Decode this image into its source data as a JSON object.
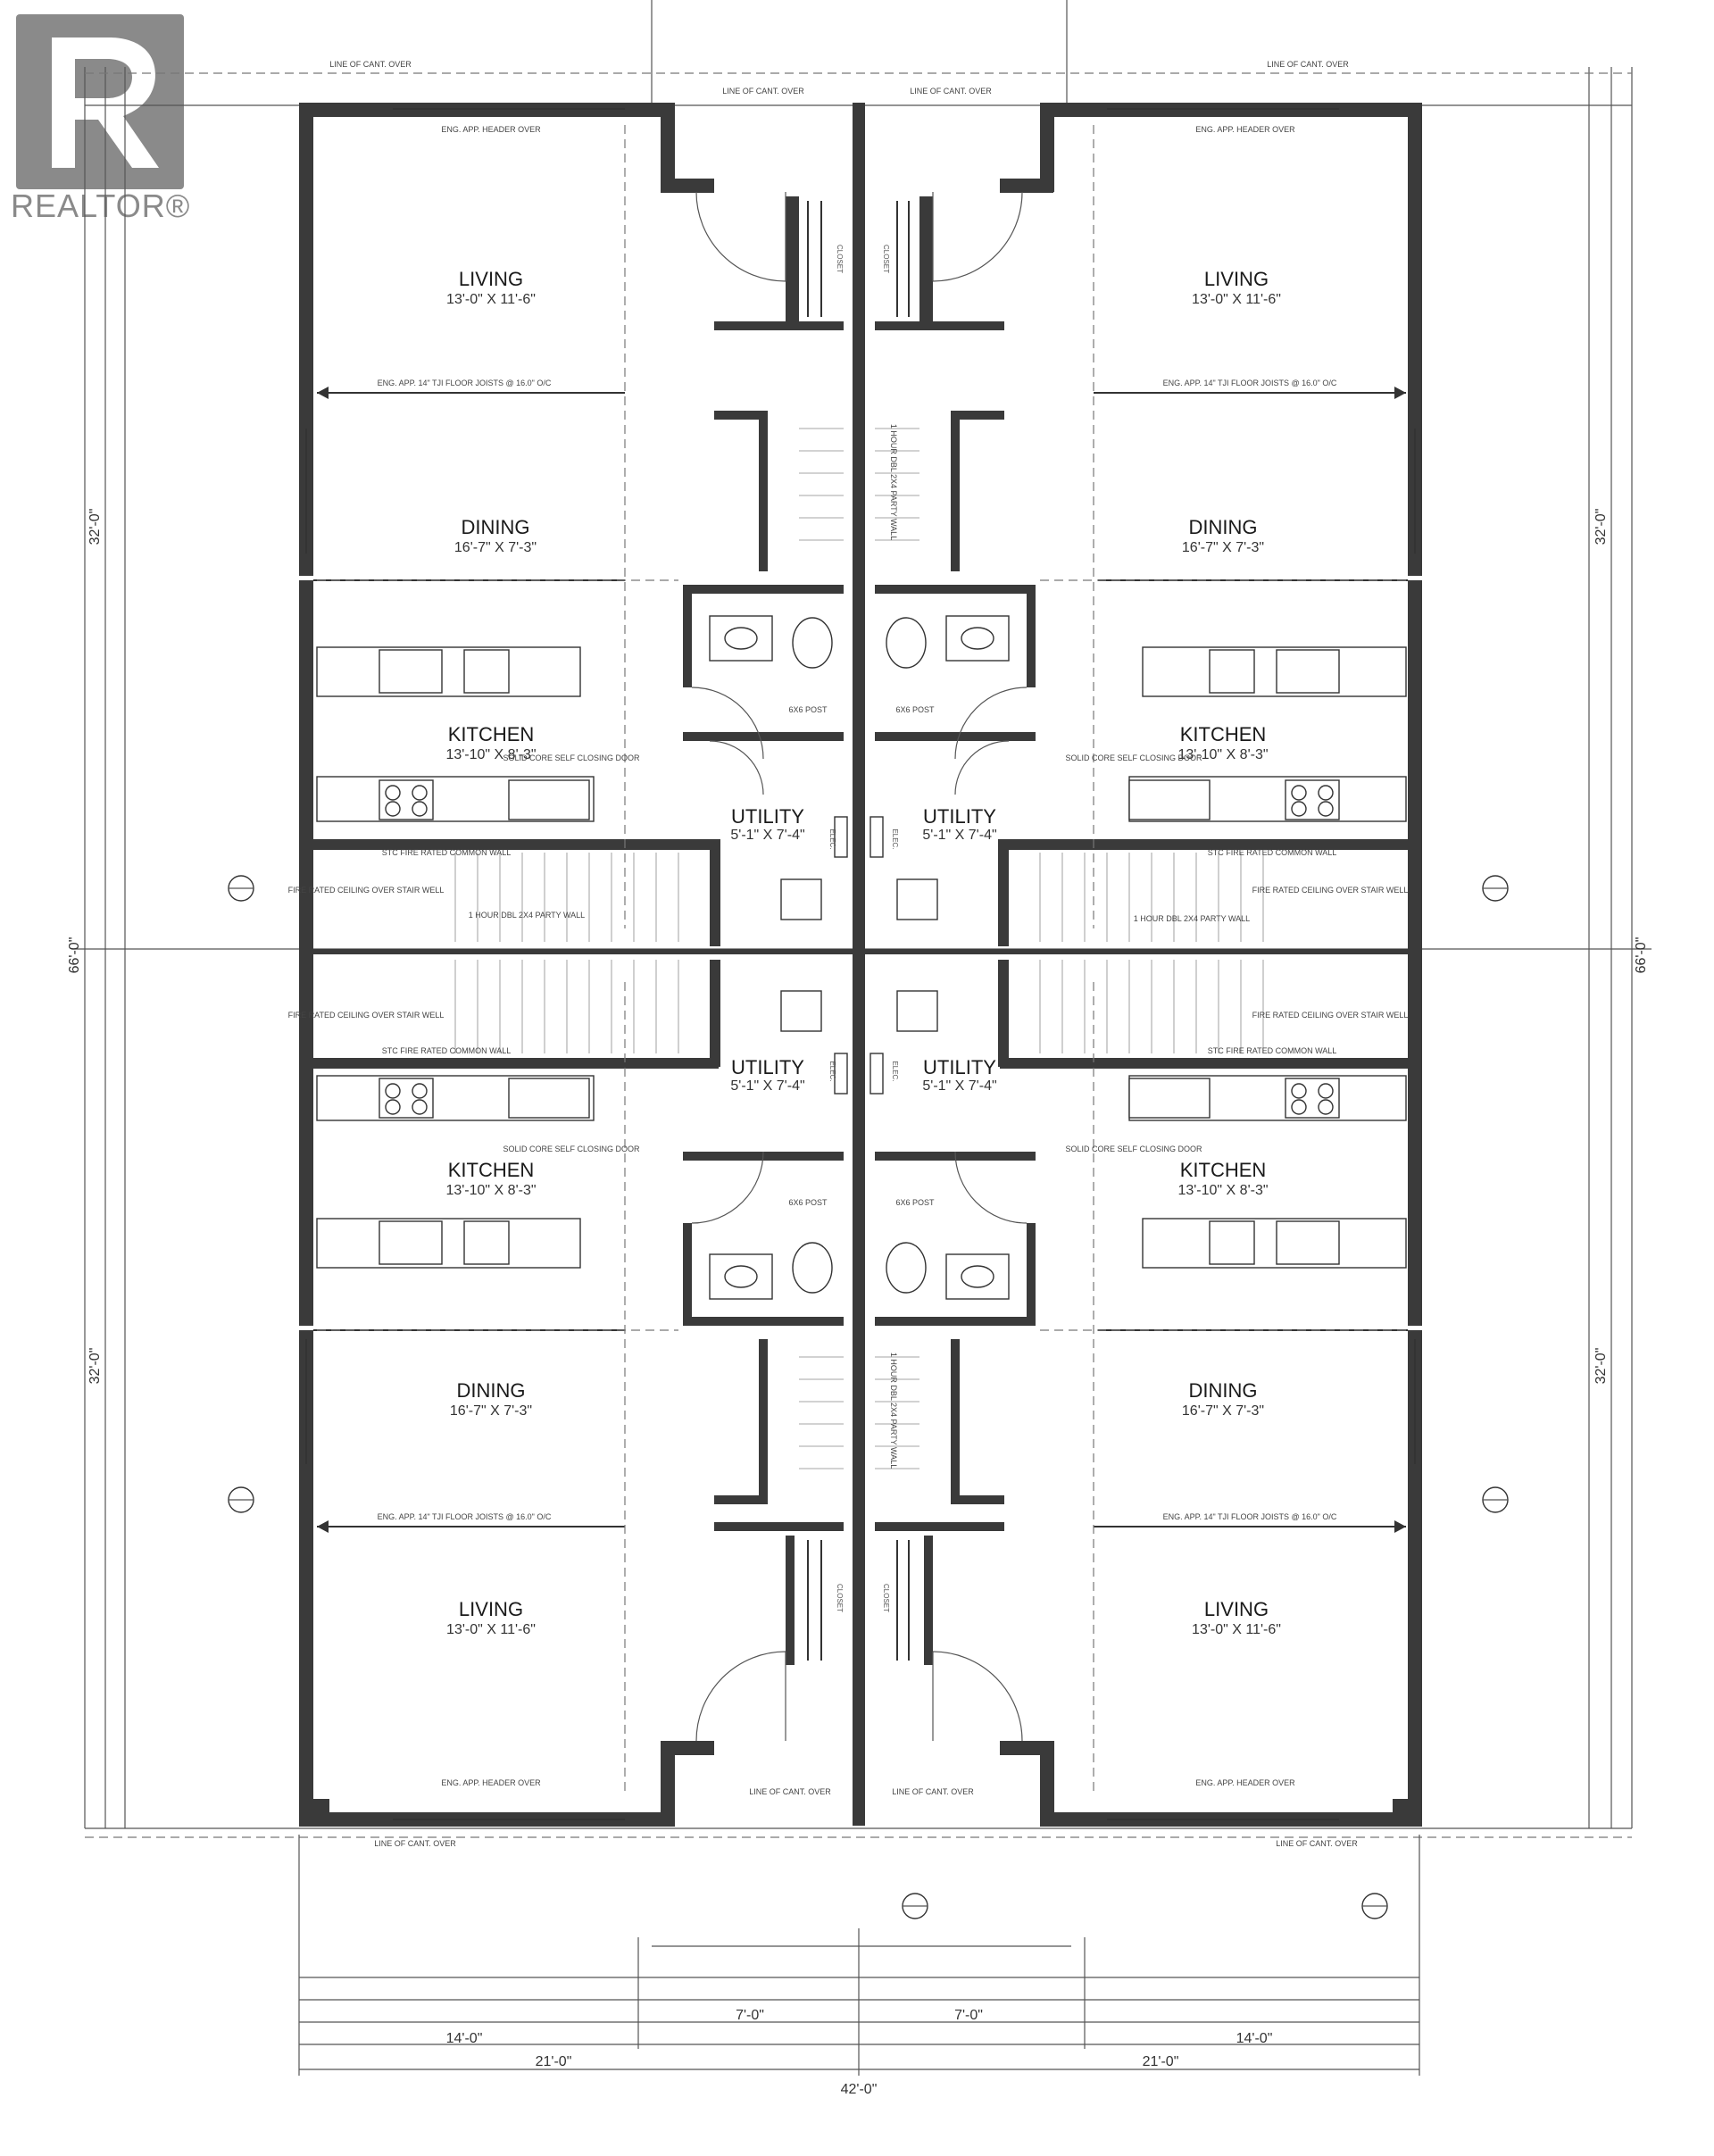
{
  "brand": {
    "name": "REALTOR®",
    "logo_color": "#8a8a8a"
  },
  "notes": {
    "line_of_cant": "LINE OF CANT. OVER",
    "header_over": "ENG. APP. HEADER OVER",
    "floor_joists": "ENG. APP. 14\" TJI FLOOR JOISTS @ 16.0\" O/C",
    "stc_common_wall": "STC FIRE RATED COMMON WALL",
    "fire_ceiling": "FIRE RATED CEILING OVER STAIR WELL",
    "party_wall": "1 HOUR DBL 2X4 PARTY WALL",
    "closet": "CLOSET",
    "self_closing_door": "SOLID CORE SELF CLOSING DOOR",
    "post": "6X6 POST",
    "elec": "ELEC."
  },
  "rooms": {
    "living": {
      "name": "LIVING",
      "dim": "13'-0\" X 11'-6\""
    },
    "dining": {
      "name": "DINING",
      "dim": "16'-7\" X 7'-3\""
    },
    "kitchen": {
      "name": "KITCHEN",
      "dim": "13'-10\" X 8'-3\""
    },
    "utility": {
      "name": "UTILITY",
      "dim": "5'-1\" X 7'-4\""
    }
  },
  "dimensions": {
    "bottom_unit_a": "21'-0\"",
    "bottom_unit_b": "21'-0\"",
    "bottom_total": "42'-0\"",
    "bottom_half_a": "14'-0\"",
    "bottom_half_b": "14'-0\"",
    "bottom_mid_a": "7'-0\"",
    "bottom_mid_b": "7'-0\"",
    "left_total": "66'-0\"",
    "right_total": "66'-0\"",
    "left_upper": "32'-0\"",
    "left_lower": "32'-0\"",
    "right_upper": "32'-0\"",
    "right_lower": "32'-0\""
  },
  "colors": {
    "wall": "#3a3a3a",
    "line": "#555555"
  }
}
